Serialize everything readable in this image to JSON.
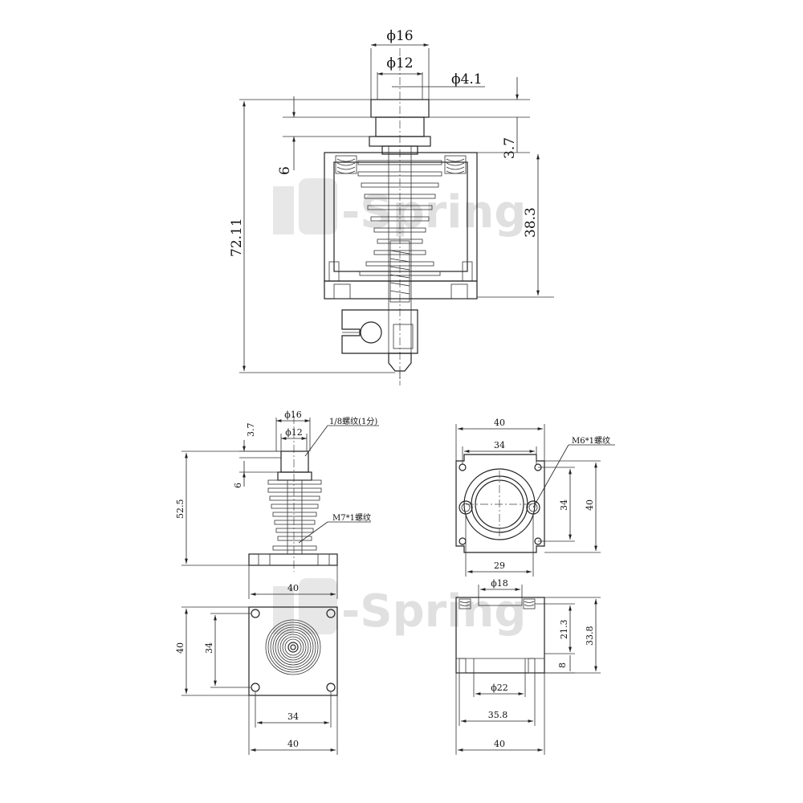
{
  "watermark": {
    "top": "-Spring",
    "bottom": "-Spring"
  },
  "front_view": {
    "phi16": "ϕ16",
    "phi12": "ϕ12",
    "phi4_1": "ϕ4.1",
    "d3_7": "3.7",
    "d6": "6",
    "d38_3": "38.3",
    "d72_11": "72.11"
  },
  "side_view": {
    "phi16": "ϕ16",
    "phi12": "ϕ12",
    "d3_7": "3.7",
    "d6": "6",
    "d52_5": "52.5",
    "thread_1_8": "1/8螺纹(1分)",
    "thread_m7": "M7*1螺纹",
    "d40": "40"
  },
  "bottom_view": {
    "d40_h": "40",
    "d40_v": "40",
    "d34_v": "34",
    "d34_h": "34"
  },
  "top_view": {
    "d40_top": "40",
    "d34_top": "34",
    "thread_m6": "M6*1螺纹",
    "d34_v": "34",
    "d40_v": "40",
    "d29": "29"
  },
  "block_view": {
    "phi18": "ϕ18",
    "d21_3": "21.3",
    "d33_8": "33.8",
    "d8": "8",
    "phi22": "ϕ22",
    "d35_8": "35.8",
    "d40": "40"
  }
}
